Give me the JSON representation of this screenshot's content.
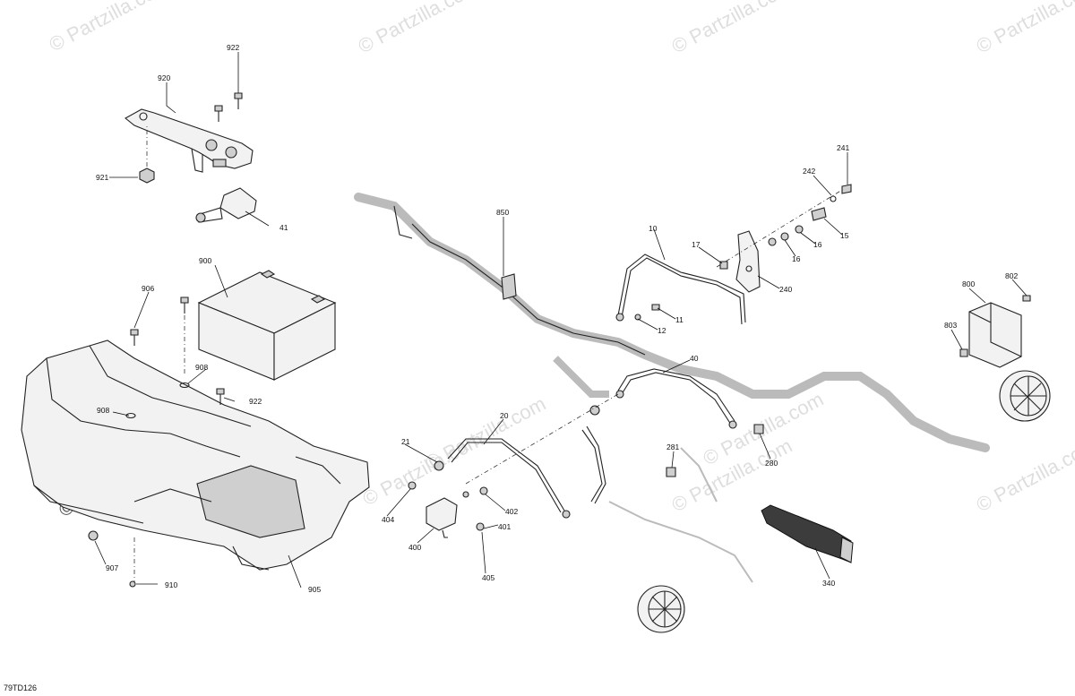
{
  "diagram": {
    "code": "79TD126",
    "watermark": "© Partzilla.com",
    "callouts": {
      "c922a": "922",
      "c920": "920",
      "c921": "921",
      "c41": "41",
      "c900": "900",
      "c906": "906",
      "c908a": "908",
      "c908b": "908",
      "c922b": "922",
      "c907": "907",
      "c910": "910",
      "c905": "905",
      "c850": "850",
      "c10": "10",
      "c17": "17",
      "c11": "11",
      "c12": "12",
      "c240": "240",
      "c241": "241",
      "c242": "242",
      "c16a": "16",
      "c16b": "16",
      "c15": "15",
      "c40": "40",
      "c20": "20",
      "c21": "21",
      "c404": "404",
      "c400": "400",
      "c401": "401",
      "c402": "402",
      "c405": "405",
      "c281": "281",
      "c280": "280",
      "c340": "340",
      "c800": "800",
      "c802": "802",
      "c803": "803"
    }
  }
}
